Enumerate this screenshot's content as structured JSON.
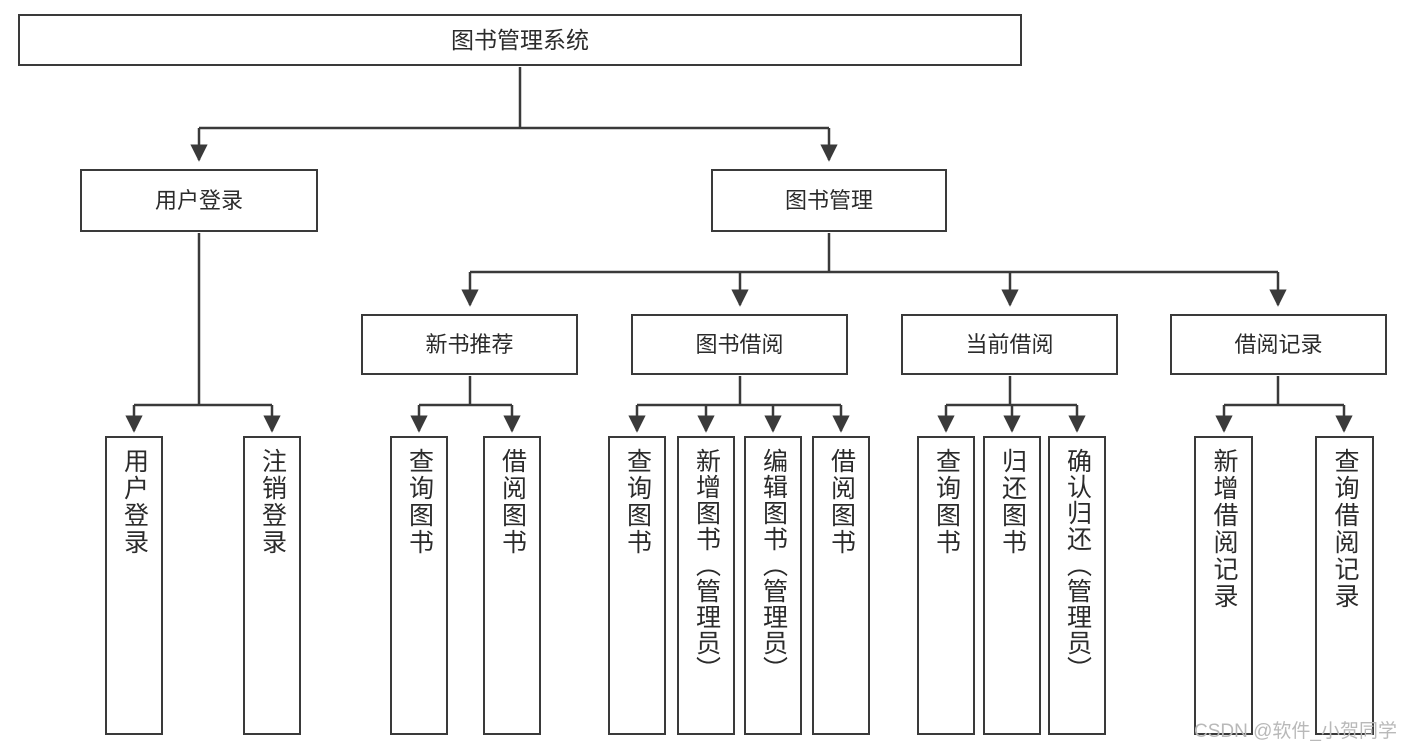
{
  "diagram": {
    "title": "图书管理系统",
    "type": "tree-hierarchy-diagram",
    "root": {
      "id": "root",
      "label": "图书管理系统"
    },
    "level2": [
      {
        "id": "user-login",
        "label": "用户登录"
      },
      {
        "id": "book-manage",
        "label": "图书管理"
      }
    ],
    "level3": [
      {
        "id": "new-book-rec",
        "label": "新书推荐",
        "parent": "book-manage"
      },
      {
        "id": "book-borrow",
        "label": "图书借阅",
        "parent": "book-manage"
      },
      {
        "id": "current-borrow",
        "label": "当前借阅",
        "parent": "book-manage"
      },
      {
        "id": "borrow-record",
        "label": "借阅记录",
        "parent": "book-manage"
      }
    ],
    "leaves": [
      {
        "id": "leaf-user-login",
        "label": "用户登录",
        "parent": "user-login"
      },
      {
        "id": "leaf-logout-login",
        "label": "注销登录",
        "parent": "user-login"
      },
      {
        "id": "leaf-query-book-1",
        "label": "查询图书",
        "parent": "new-book-rec"
      },
      {
        "id": "leaf-borrow-book-1",
        "label": "借阅图书",
        "parent": "new-book-rec"
      },
      {
        "id": "leaf-query-book-2",
        "label": "查询图书",
        "parent": "book-borrow"
      },
      {
        "id": "leaf-add-book",
        "label": "新增图书（管理员）",
        "parent": "book-borrow"
      },
      {
        "id": "leaf-edit-book",
        "label": "编辑图书（管理员）",
        "parent": "book-borrow"
      },
      {
        "id": "leaf-borrow-book-2",
        "label": "借阅图书",
        "parent": "book-borrow"
      },
      {
        "id": "leaf-query-book-3",
        "label": "查询图书",
        "parent": "current-borrow"
      },
      {
        "id": "leaf-return-book",
        "label": "归还图书",
        "parent": "current-borrow"
      },
      {
        "id": "leaf-confirm-return",
        "label": "确认归还（管理员）",
        "parent": "current-borrow"
      },
      {
        "id": "leaf-add-record",
        "label": "新增借阅记录",
        "parent": "borrow-record"
      },
      {
        "id": "leaf-query-record",
        "label": "查询借阅记录",
        "parent": "borrow-record"
      }
    ],
    "colors": {
      "stroke": "#3a3a3a",
      "fill": "#ffffff",
      "text": "#2b2b2b",
      "watermark": "#b9b9b9"
    }
  },
  "watermark": {
    "text": "CSDN @软件_小贺同学"
  }
}
